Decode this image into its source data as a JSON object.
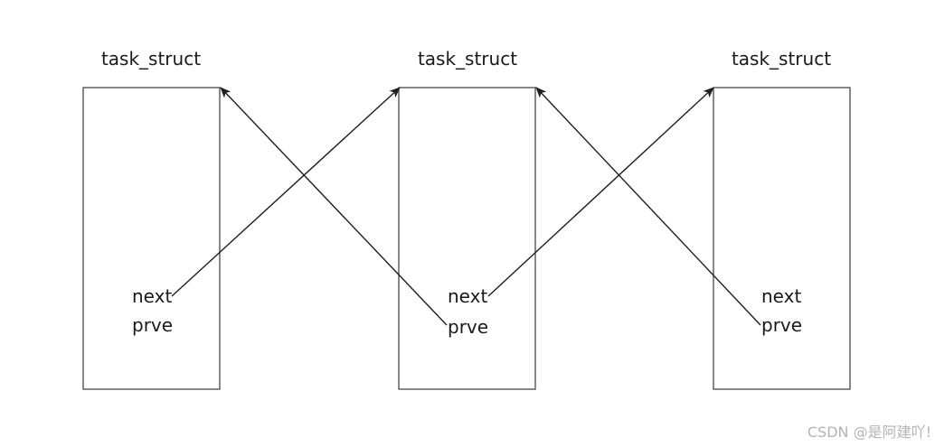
{
  "structs": [
    {
      "title": "task_struct",
      "fields": [
        "next",
        "prve"
      ]
    },
    {
      "title": "task_struct",
      "fields": [
        "next",
        "prve"
      ]
    },
    {
      "title": "task_struct",
      "fields": [
        "next",
        "prve"
      ]
    }
  ],
  "links": [
    {
      "from": "structs.0.next",
      "to": "structs.1"
    },
    {
      "from": "structs.1.prve",
      "to": "structs.0"
    },
    {
      "from": "structs.1.next",
      "to": "structs.2"
    },
    {
      "from": "structs.2.prve",
      "to": "structs.1"
    }
  ],
  "watermark": "CSDN @是阿建吖!",
  "colors": {
    "line": "#1f1f1f",
    "box_border": "#3a3a3a",
    "text": "#1a1a1a",
    "watermark": "#b4b4b4"
  }
}
